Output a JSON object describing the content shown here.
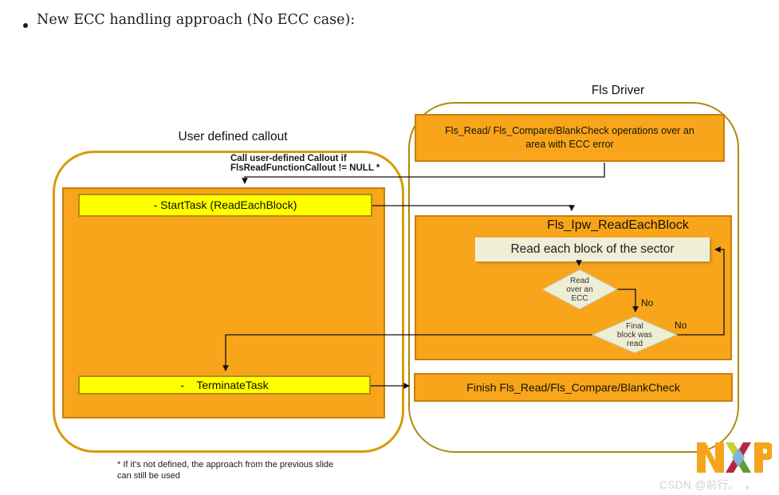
{
  "slide": {
    "bullet": "New ECC handling approach (No ECC case):"
  },
  "headers": {
    "fls_driver": "Fls Driver",
    "user_defined_callout": "User defined callout"
  },
  "callout_note": {
    "line1": "Call user-defined Callout if",
    "line2": "FlsReadFunctionCallout != NULL *"
  },
  "user_flow": {
    "start_task": "- StartTask (ReadEachBlock)",
    "terminate_task": "-    TerminateTask"
  },
  "driver_flow": {
    "ecc_ops_line1": "Fls_Read/ Fls_Compare/BlankCheck operations over an",
    "ecc_ops_line2": "area with ECC error",
    "ipw_title": "Fls_Ipw_ReadEachBlock",
    "read_each_block": "Read each block of the sector",
    "decision_ecc": {
      "line1": "Read",
      "line2": "over an",
      "line3": "ECC"
    },
    "decision_final": {
      "line1": "Final",
      "line2": "block was",
      "line3": "read"
    },
    "no_first": "No",
    "no_second": "No",
    "finish": "Finish Fls_Read/Fls_Compare/BlankCheck"
  },
  "footnote": {
    "line1": "* If it's not defined, the approach from the previous slide",
    "line2": "can still be used"
  },
  "logo": {
    "alt": "NXP"
  },
  "watermark": {
    "text": "CSDN @前行。",
    "suffix": "，"
  },
  "colors": {
    "orange_fill": "#F9A51B",
    "orange_border": "#C6800A",
    "yellow_fill": "#FFFF00",
    "yellow_border": "#AD8E10",
    "cream_fill": "#EFEFD8",
    "left_container_border": "#D89A06",
    "right_container_border": "#AD8A12",
    "connector": "#111111",
    "logo_orange": "#F6A41C",
    "logo_lime": "#C6D32B",
    "logo_green": "#5E9E32",
    "logo_crimson": "#B5293E",
    "logo_blue": "#7FB3DE",
    "watermark_gray": "#D2D2D2"
  }
}
